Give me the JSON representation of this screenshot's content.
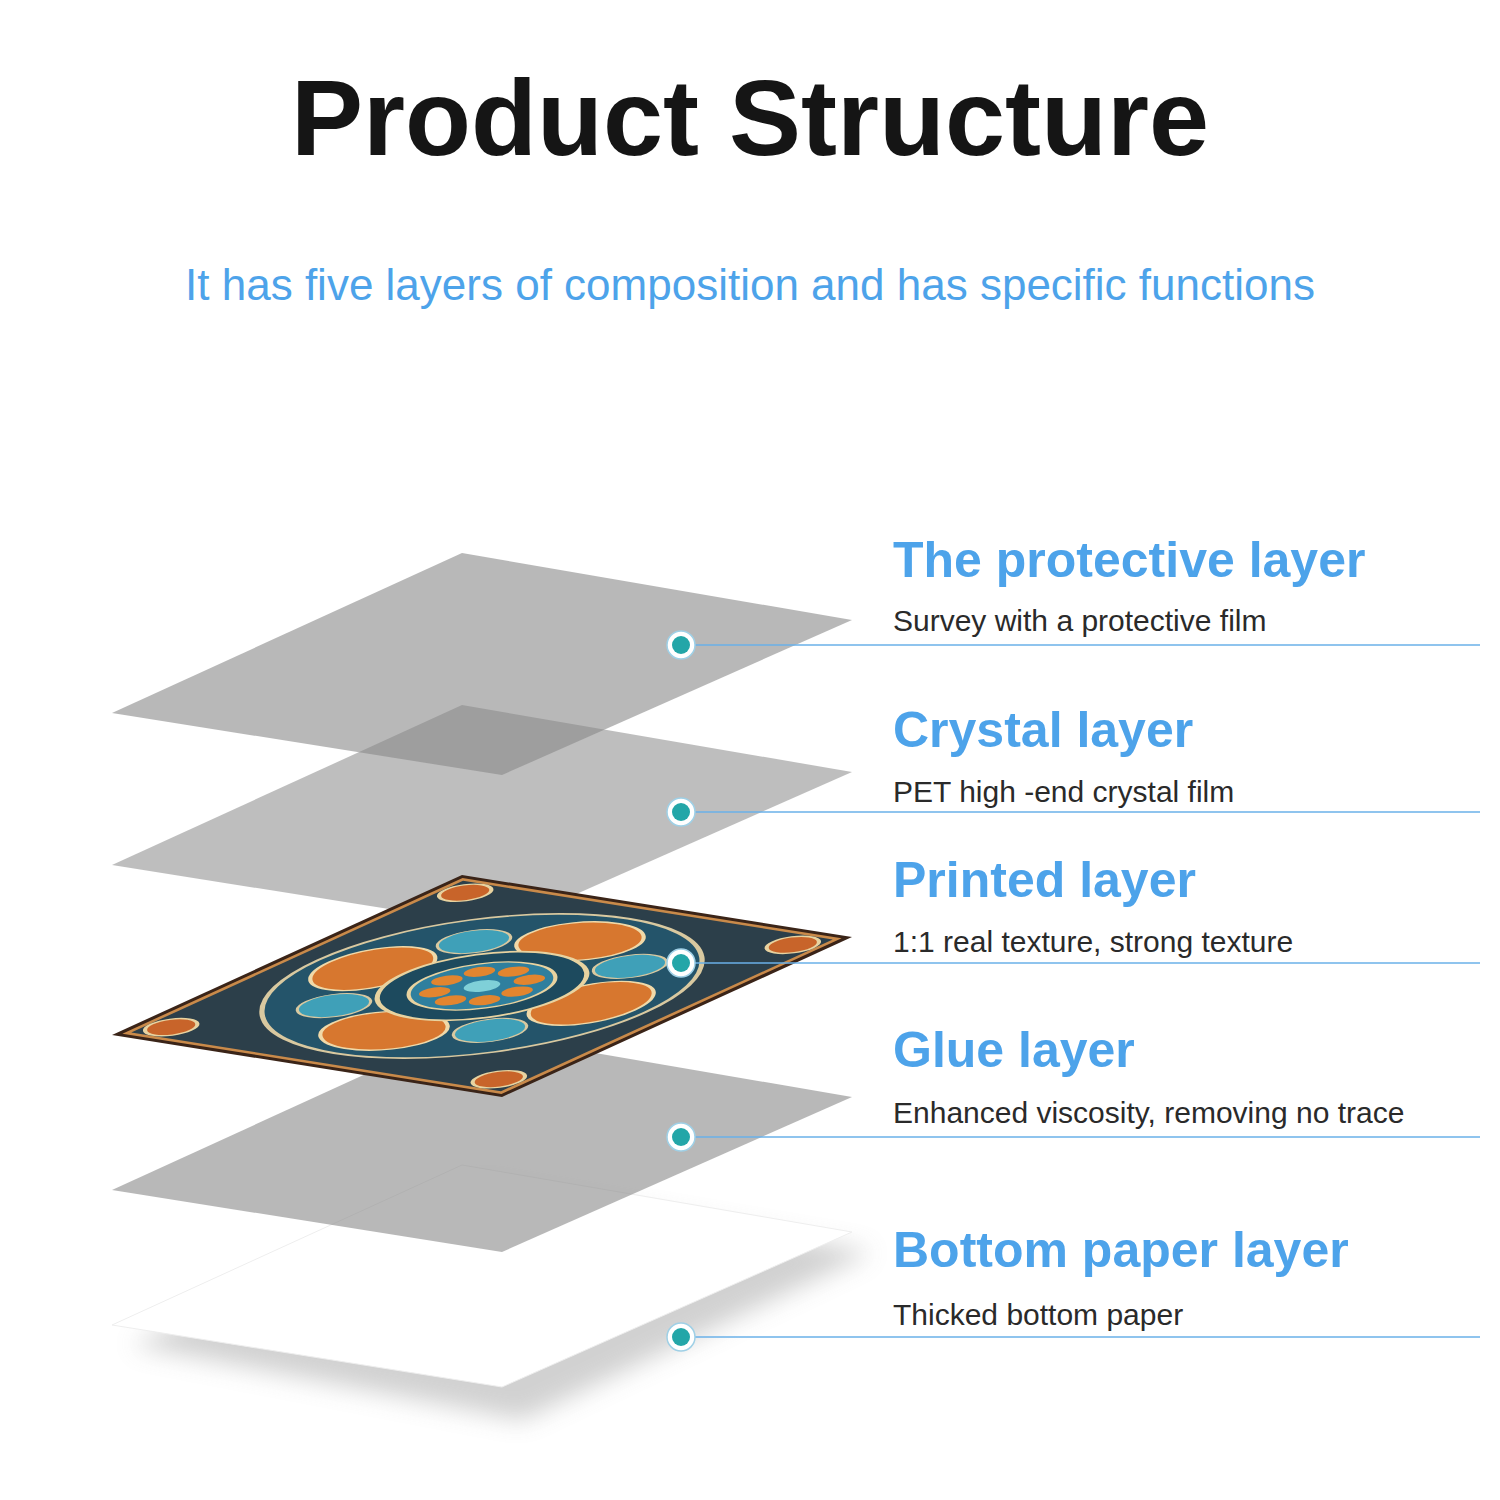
{
  "diagram": {
    "title": "Product Structure",
    "labels": [
      "It has five layers of composition and has specific functions",
      "The protective layer",
      "Survey with a protective film",
      "Crystal layer",
      "PET high -end crystal film",
      "Printed layer",
      "1:1 real texture, strong texture",
      "Glue layer",
      "Enhanced viscosity, removing no trace",
      "Bottom paper layer",
      "Thicked bottom paper"
    ]
  }
}
